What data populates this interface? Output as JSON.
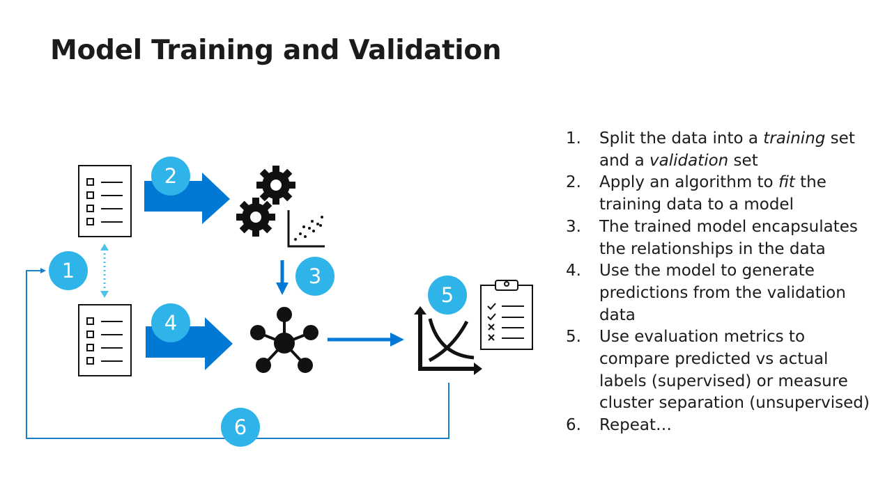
{
  "slide": {
    "title": "Model Training and Validation"
  },
  "colors": {
    "accent_blue": "#0078d4",
    "badge_cyan": "#2fb4e9",
    "line_blue": "#1a7fc4",
    "dotted_cyan": "#4cc1ea",
    "icon_black": "#111111"
  },
  "diagram": {
    "badges": [
      {
        "label": "1"
      },
      {
        "label": "2"
      },
      {
        "label": "3"
      },
      {
        "label": "4"
      },
      {
        "label": "5"
      },
      {
        "label": "6"
      }
    ],
    "icons": [
      "training-data-list-icon",
      "validation-data-list-icon",
      "gears-icon",
      "scatter-plot-icon",
      "model-network-icon",
      "evaluation-curves-icon",
      "clipboard-checklist-icon"
    ]
  },
  "steps": [
    {
      "num": "1.",
      "parts": [
        {
          "t": "Split the data into a "
        },
        {
          "t": "training",
          "i": true
        },
        {
          "t": " set and a "
        },
        {
          "t": "validation",
          "i": true
        },
        {
          "t": " set"
        }
      ]
    },
    {
      "num": "2.",
      "parts": [
        {
          "t": "Apply an algorithm to "
        },
        {
          "t": "fit",
          "i": true
        },
        {
          "t": " the training data to a model"
        }
      ]
    },
    {
      "num": "3.",
      "parts": [
        {
          "t": "The trained model encapsulates the relationships in the data"
        }
      ]
    },
    {
      "num": "4.",
      "parts": [
        {
          "t": "Use the model to generate predictions from the validation data"
        }
      ]
    },
    {
      "num": "5.",
      "parts": [
        {
          "t": "Use evaluation metrics to compare predicted vs actual labels (supervised) or measure cluster separation (unsupervised)"
        }
      ]
    },
    {
      "num": "6.",
      "parts": [
        {
          "t": "Repeat…"
        }
      ]
    }
  ]
}
